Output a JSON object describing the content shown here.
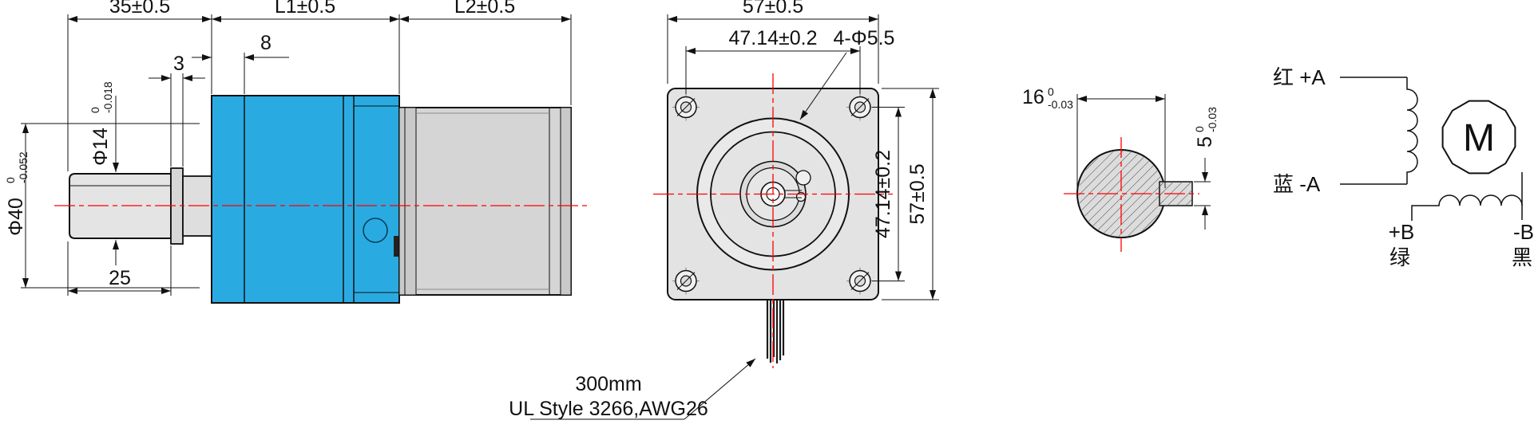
{
  "side_view": {
    "dims": {
      "d35": "35±0.5",
      "dL1": "L1±0.5",
      "dL2": "L2±0.5",
      "d8": "8",
      "d3": "3",
      "d25": "25",
      "phi14": {
        "main": "Φ14",
        "tol_up": "0",
        "tol_dn": "-0.018"
      },
      "phi40": {
        "main": "Φ40",
        "tol_up": "0",
        "tol_dn": "-0.052"
      }
    }
  },
  "front_view": {
    "dims": {
      "width_top": "57±0.5",
      "bolt_spacing_top": "47.14±0.2",
      "holes": "4-Φ5.5",
      "bolt_spacing_right": "47.14±0.2",
      "height_right": "57±0.5"
    },
    "lead_note": {
      "line1": "300mm",
      "line2": "UL Style 3266,AWG26"
    }
  },
  "shaft_section": {
    "dims": {
      "d16": {
        "main": "16",
        "tol_up": "0",
        "tol_dn": "-0.03"
      },
      "d5": {
        "main": "5",
        "tol_up": "0",
        "tol_dn": "-0.03"
      }
    }
  },
  "wiring": {
    "a_pos": "红 +A",
    "a_neg": "蓝 -A",
    "motor": "M",
    "b_pos": "+B",
    "b_pos_color": "绿",
    "b_neg": "-B",
    "b_neg_color": "黑"
  },
  "colors": {
    "gearbox_blue": "#29ABE2",
    "motor_gray": "#D5D5D5",
    "flange_gray": "#E3E3E3",
    "centerline_red": "#FF0000"
  }
}
